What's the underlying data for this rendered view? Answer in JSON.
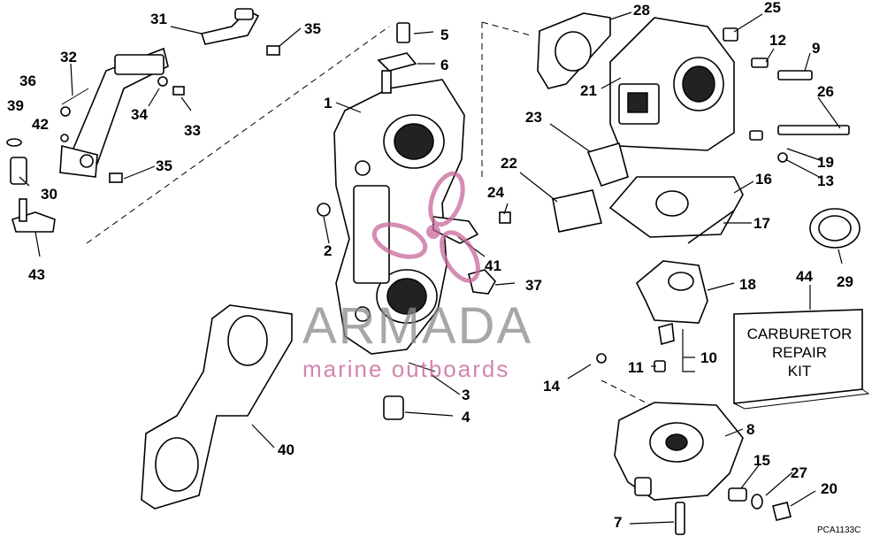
{
  "callouts": {
    "c1": "1",
    "c2": "2",
    "c3": "3",
    "c4": "4",
    "c5": "5",
    "c6": "6",
    "c7": "7",
    "c8": "8",
    "c9": "9",
    "c10": "10",
    "c11": "11",
    "c12": "12",
    "c13": "13",
    "c14": "14",
    "c15": "15",
    "c16": "16",
    "c17": "17",
    "c18": "18",
    "c19": "19",
    "c20": "20",
    "c21": "21",
    "c22": "22",
    "c23": "23",
    "c24": "24",
    "c25": "25",
    "c26": "26",
    "c27": "27",
    "c28": "28",
    "c29": "29",
    "c30": "30",
    "c31": "31",
    "c32": "32",
    "c33": "33",
    "c34": "34",
    "c35a": "35",
    "c35b": "35",
    "c36": "36",
    "c37": "37",
    "c39": "39",
    "c40": "40",
    "c41": "41",
    "c42": "42",
    "c43": "43",
    "c44": "44"
  },
  "kit_box": {
    "line1": "CARBURETOR",
    "line2": "REPAIR",
    "line3": "KIT"
  },
  "figure_code": "PCA1133C",
  "watermark": {
    "brand": "ARMADA",
    "tagline": "marine outboards",
    "brand_color": "#8a8a8a",
    "accent_color": "#c7679a"
  }
}
